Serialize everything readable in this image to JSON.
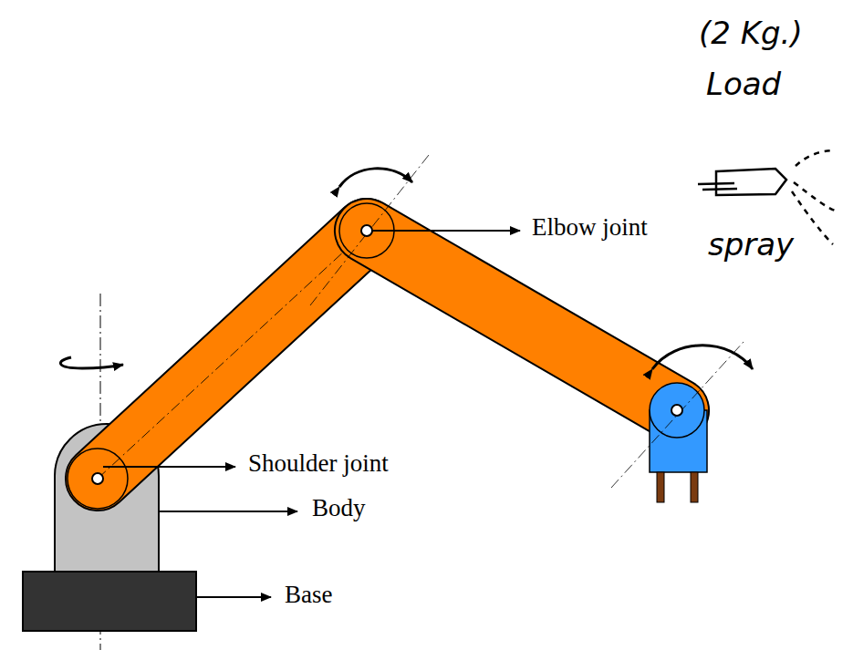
{
  "diagram": {
    "labels": [
      "(2 Kg.)",
      "Load",
      "spray",
      "Elbow joint",
      "Shoulder joint",
      "Body",
      "Base"
    ]
  }
}
